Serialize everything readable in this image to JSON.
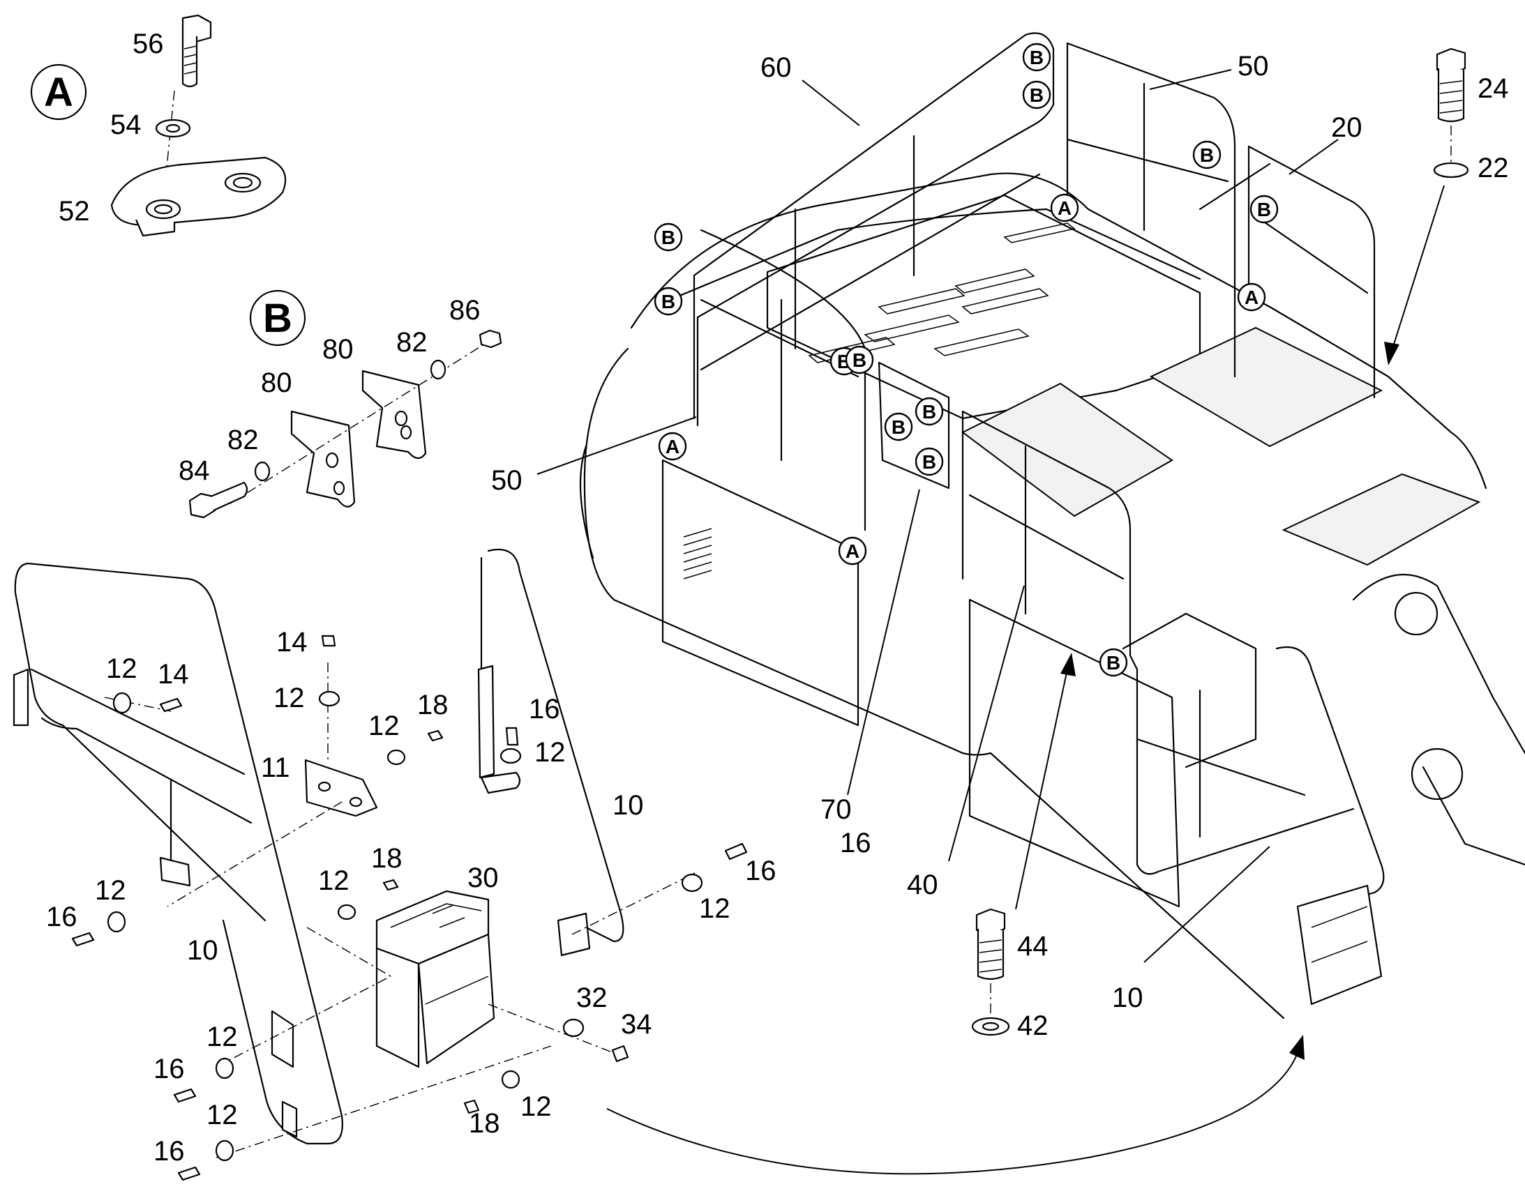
{
  "detail_markers": {
    "A": "A",
    "B": "B"
  },
  "callouts": {
    "c56": "56",
    "c54": "54",
    "c52": "52",
    "c86": "86",
    "c82a": "82",
    "c80a": "80",
    "c80b": "80",
    "c82b": "82",
    "c84": "84",
    "c60": "60",
    "c50a": "50",
    "c20": "20",
    "c24": "24",
    "c22": "22",
    "c50b": "50",
    "c14a": "14",
    "c12a": "12",
    "c14b": "14",
    "c12b": "12",
    "c12c": "12",
    "c18a": "18",
    "c11": "11",
    "c16a": "16",
    "c12d": "12",
    "c10a": "10",
    "c12e": "12",
    "c16b": "16",
    "c10b": "10",
    "c18b": "18",
    "c30": "30",
    "c16c": "16",
    "c12f": "12",
    "c12g": "12",
    "c16d": "16",
    "c70": "70",
    "c40": "40",
    "c44": "44",
    "c42": "42",
    "c10c": "10",
    "c32": "32",
    "c34": "34",
    "c12h": "12",
    "c16e": "16",
    "c12i": "12",
    "c16f": "16",
    "c18c": "18",
    "c12j": "12"
  },
  "circle_labels": {
    "b1": "B",
    "b2": "B",
    "b3": "B",
    "b4": "B",
    "b5": "B",
    "b6": "B",
    "b7": "B",
    "b8": "B",
    "b9": "B",
    "b10": "B",
    "b11": "B",
    "b12": "B",
    "a1": "A",
    "a2": "A",
    "a3": "A",
    "a4": "A"
  }
}
